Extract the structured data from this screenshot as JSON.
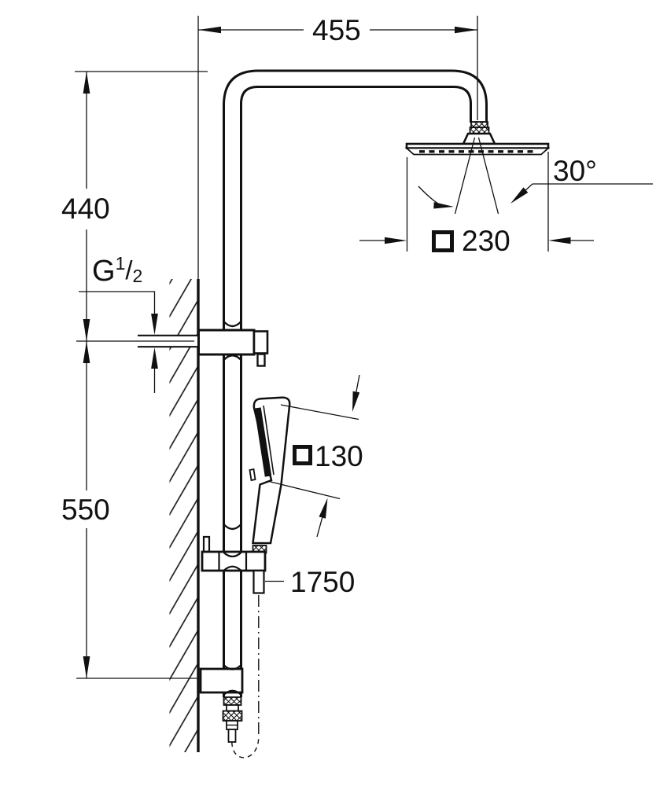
{
  "drawing": {
    "type": "technical-dimension-drawing",
    "subject": "wall-mounted shower system with head shower, hand shower and diverter",
    "background_color": "#ffffff",
    "line_color": "#111111",
    "labels": {
      "arm_projection": "455",
      "height_above_connection": "440",
      "height_below_connection": "550",
      "thread": {
        "letter": "G",
        "numerator": "1",
        "denominator": "2"
      },
      "swivel_angle": "30°",
      "head_shower_size": "230",
      "hand_shower_size": "130",
      "hose_length": "1750"
    },
    "symbols": {
      "square_note": "square-section dimension symbol shown before 230 and 130"
    }
  }
}
